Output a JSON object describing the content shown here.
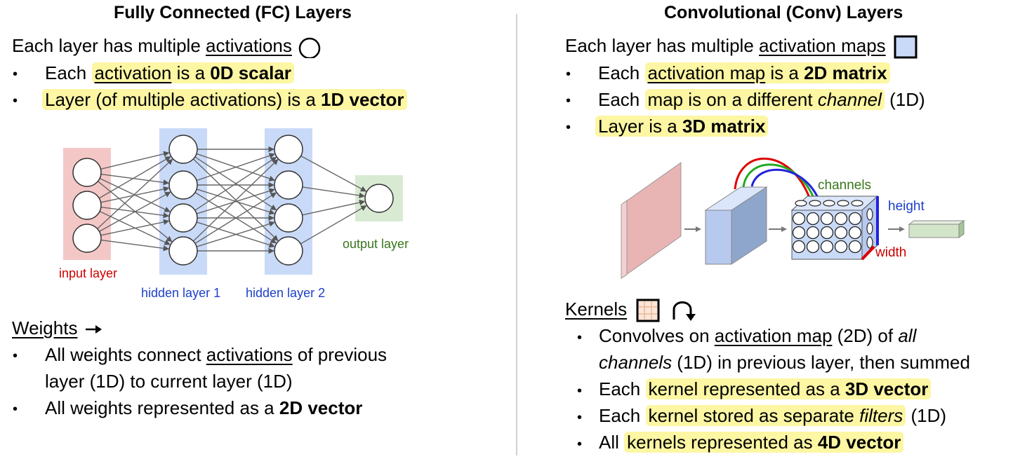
{
  "fc": {
    "title": "Fully Connected (FC) Layers",
    "line1": {
      "pre": "Each layer has multiple ",
      "u": "activations"
    },
    "b1": {
      "pre": "Each ",
      "u": "activation",
      "mid": " is a ",
      "bold": "0D scalar"
    },
    "b2": {
      "pre": "Layer (of multiple activations) is a ",
      "bold": "1D vector"
    },
    "diagram": {
      "input_label": "input layer",
      "hidden1_label": "hidden layer 1",
      "hidden2_label": "hidden layer 2",
      "output_label": "output layer",
      "colors": {
        "input": "#f4c7c7",
        "hidden": "#c9daf8",
        "output": "#d9ead3",
        "input_text": "#cc0000",
        "hidden_text": "#1c3fc8",
        "output_text": "#38761d"
      }
    },
    "weights": {
      "u": "Weights"
    },
    "w1": {
      "pre": "All weights connect ",
      "u": "activations",
      "post": " of previous",
      "line2": "layer (1D) to current layer (1D)"
    },
    "w2": {
      "pre": "All weights represented as a ",
      "bold": "2D vector"
    }
  },
  "conv": {
    "title": "Convolutional (Conv) Layers",
    "line1": {
      "pre": "Each layer has multiple ",
      "u": "activation maps"
    },
    "b1": {
      "pre": "Each ",
      "hl": "activation map",
      "mid": " is a ",
      "bold": "2D matrix"
    },
    "b2": {
      "pre": "Each ",
      "hl": "map is on a different ",
      "it": "channel",
      "post": " (1D)"
    },
    "b3": {
      "hl": "Layer is a ",
      "bold": "3D matrix"
    },
    "diagram": {
      "channels": "channels",
      "height": "height",
      "width": "width"
    },
    "kernels": {
      "u": "Kernels"
    },
    "k1": {
      "pre": "Convolves on ",
      "u": "activation map",
      "mid": " (2D) of ",
      "it": "all",
      "line2_it": "channels",
      "line2_post": " (1D) in previous layer, then summed"
    },
    "k2": {
      "pre": "Each ",
      "hl": "kernel represented as a ",
      "bold": "3D vector"
    },
    "k3": {
      "pre": "Each ",
      "hl": "kernel stored as separate ",
      "it": "filters",
      "post": " (1D)"
    },
    "k4": {
      "pre": "All ",
      "hl": "kernels represented as ",
      "bold": "4D vector"
    }
  }
}
